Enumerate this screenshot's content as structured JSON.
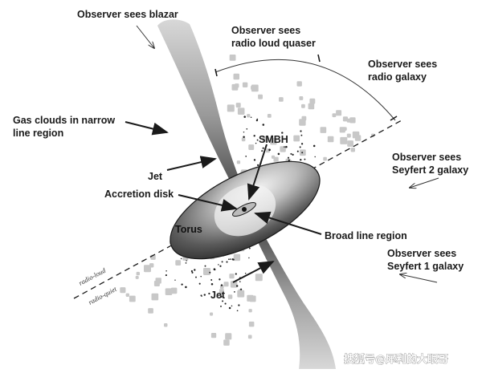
{
  "labels": {
    "blazar": "Observer sees blazar",
    "quasar_line1": "Observer sees",
    "quasar_line2": "radio loud quaser",
    "radio_galaxy_line1": "Observer sees",
    "radio_galaxy_line2": "radio galaxy",
    "gas_clouds_line1": "Gas clouds in narrow",
    "gas_clouds_line2": "line region",
    "smbh": "SMBH",
    "jet_top": "Jet",
    "accretion_disk": "Accretion disk",
    "seyfert2_line1": "Observer sees",
    "seyfert2_line2": "Seyfert 2 galaxy",
    "torus": "Torus",
    "broad_line_region": "Broad line region",
    "seyfert1_line1": "Observer sees",
    "seyfert1_line2": "Seyfert 1 galaxy",
    "jet_bottom": "Jet",
    "radio_loud": "radio-loud",
    "radio_quiet": "radio-quiet"
  },
  "watermark": "搜狐号@犀利的大眼哥",
  "colors": {
    "ink": "#1a1a1a",
    "cloud_gray": "#c8c8c8",
    "torus_dark": "#4a4a4a",
    "torus_light": "#e8e8e8"
  }
}
